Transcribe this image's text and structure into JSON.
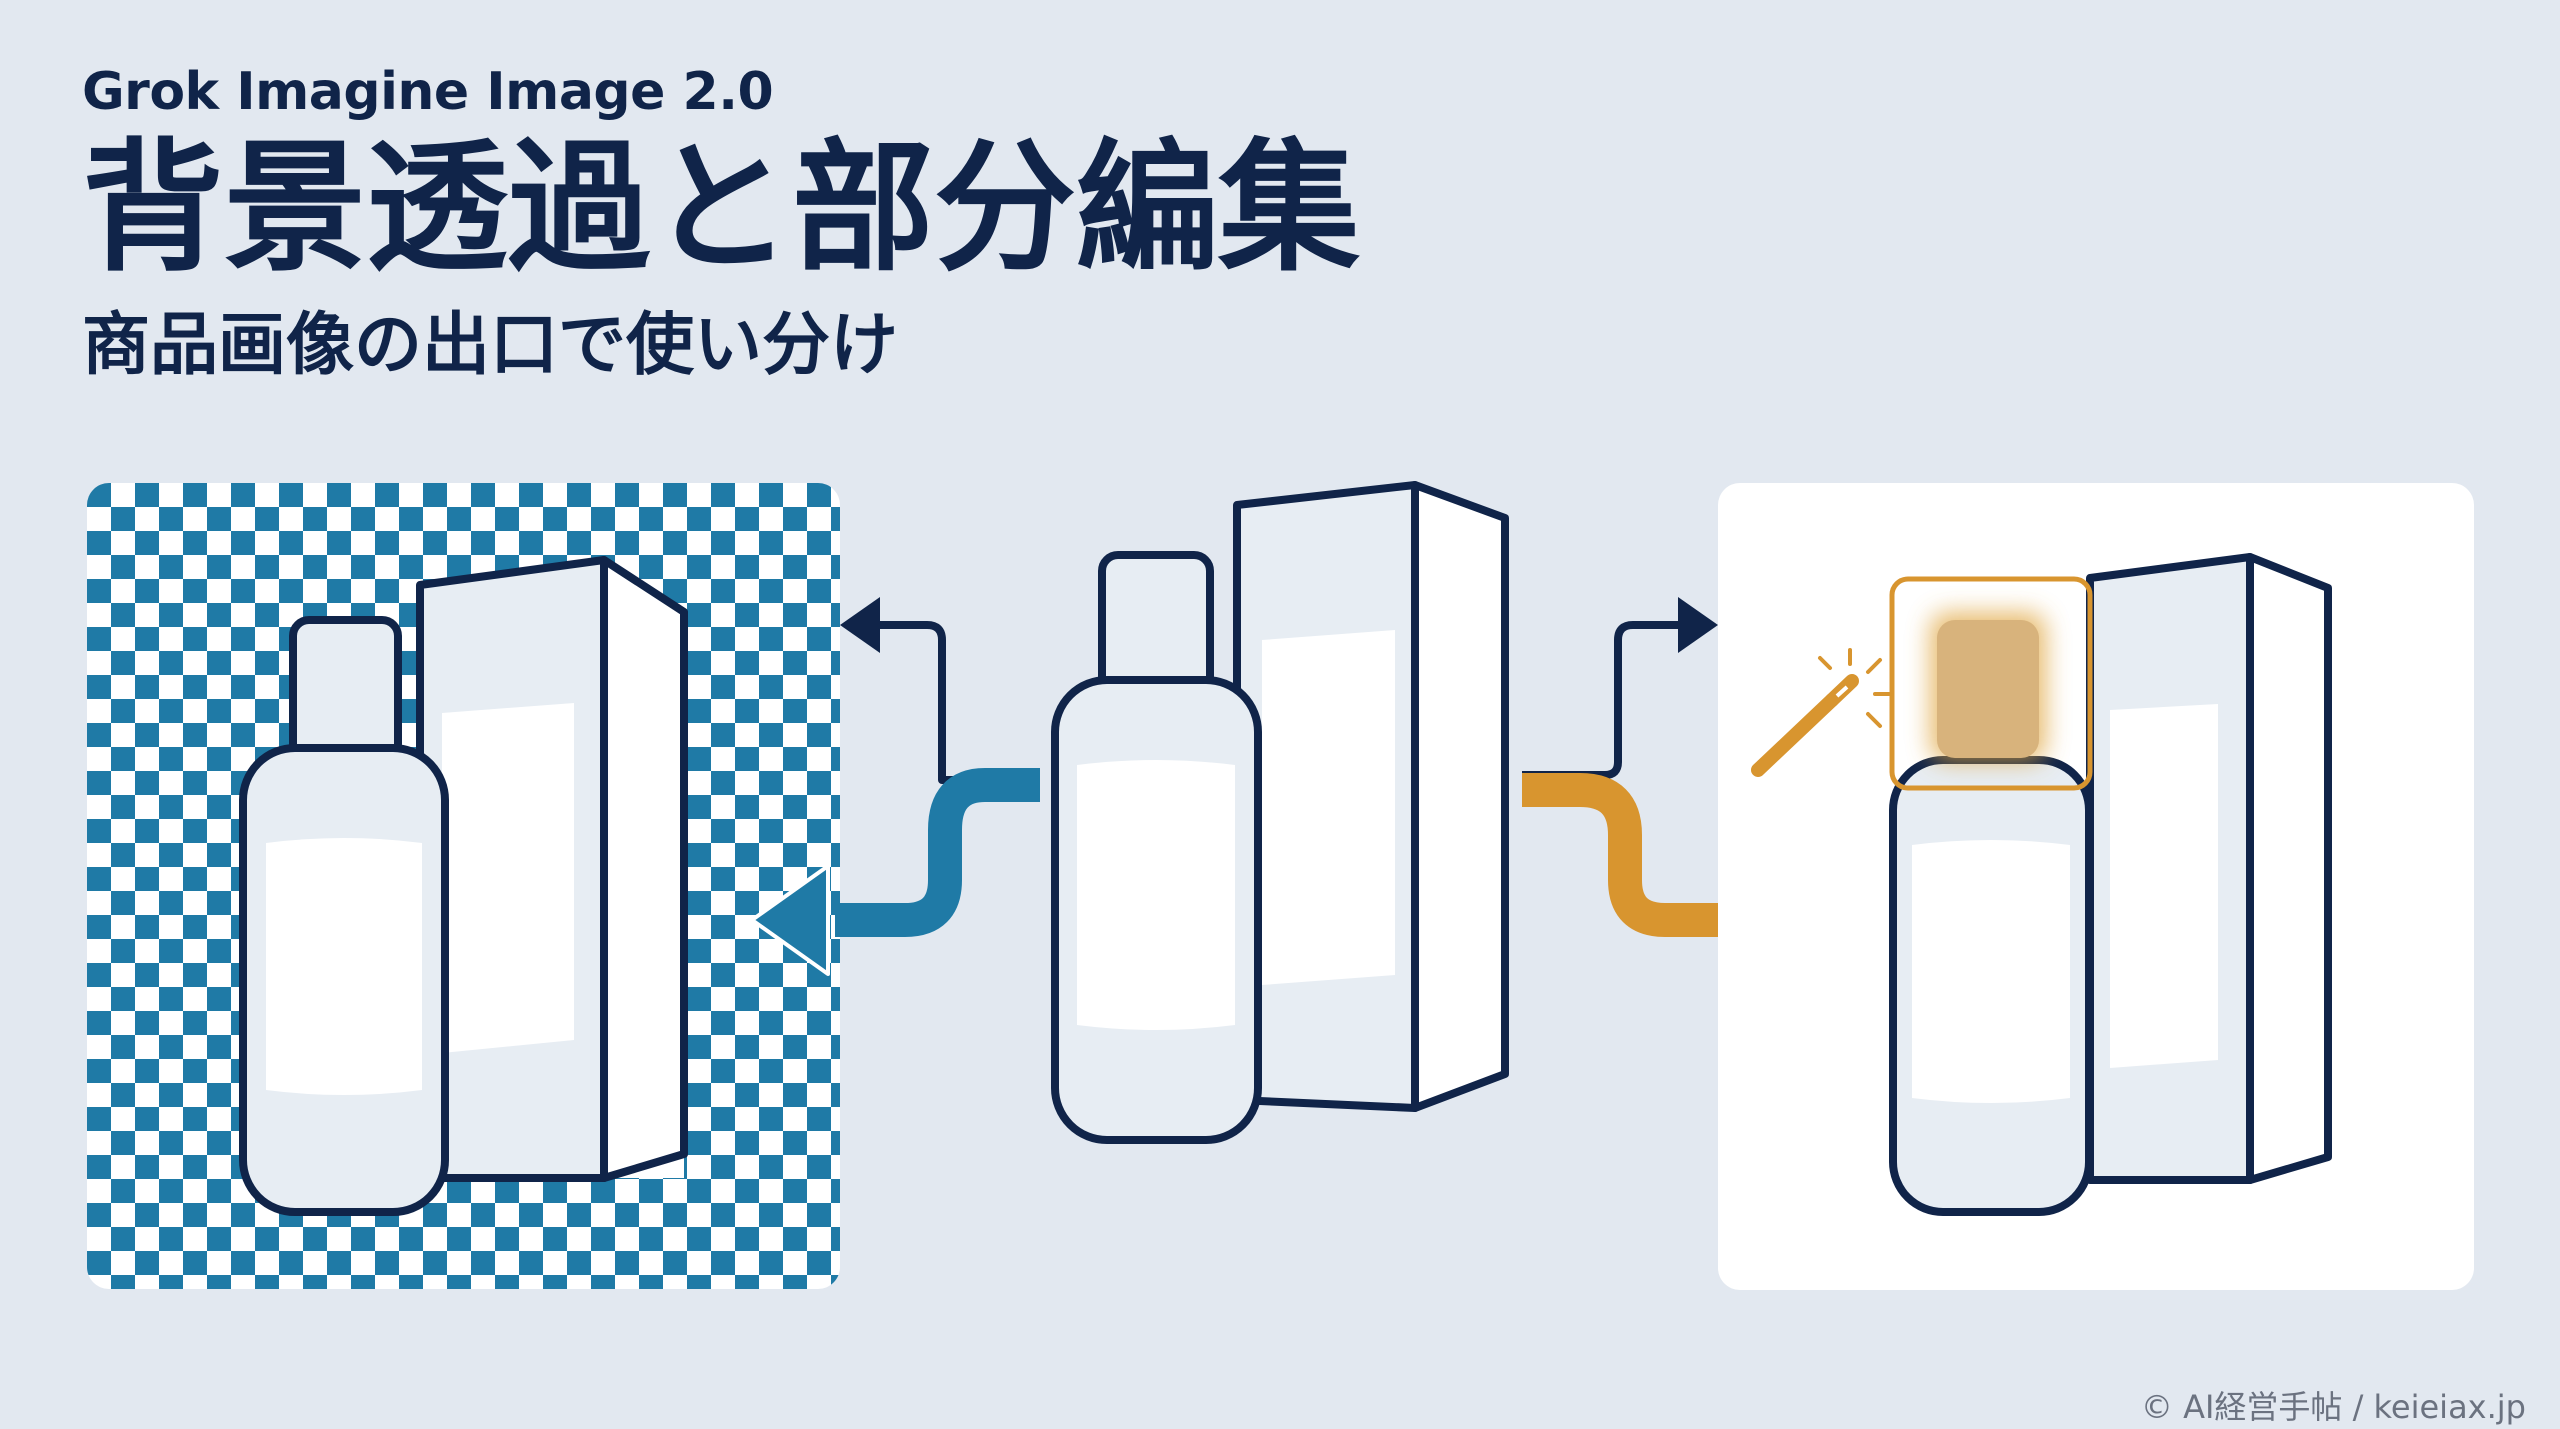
{
  "header": {
    "eyebrow": "Grok Imagine Image 2.0",
    "title": "背景透過と部分編集",
    "subtitle": "商品画像の出口で使い分け"
  },
  "footer": {
    "credit": "© AI経営手帖 / keieiax.jp"
  },
  "colors": {
    "navy": "#102449",
    "blue": "#1e7ba6",
    "gold": "#d8952f",
    "background": "#e2e8f0"
  },
  "icons": [
    "magic-wand-icon",
    "transparency-checkerboard",
    "arrow-left-icon",
    "arrow-right-icon"
  ]
}
